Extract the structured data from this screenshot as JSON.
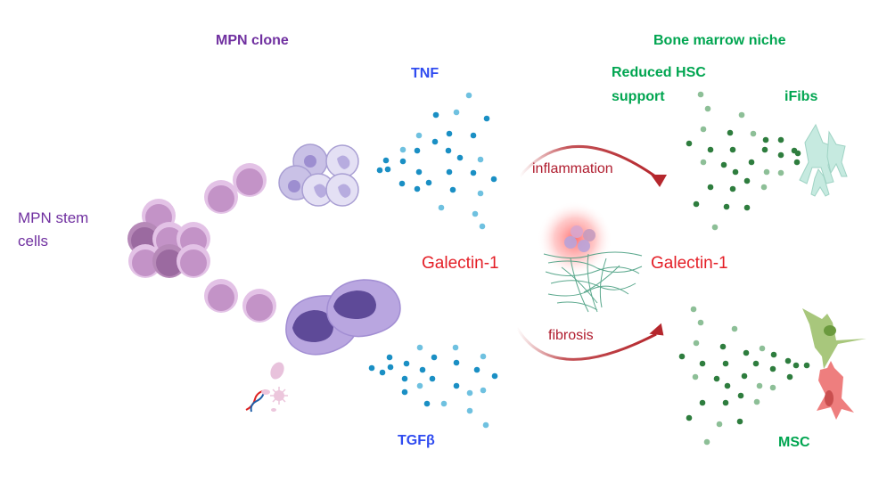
{
  "labels": {
    "mpn_clone": "MPN clone",
    "mpn_stem_cells_line1": "MPN stem",
    "mpn_stem_cells_line2": "cells",
    "tnf": "TNF",
    "tgfb": "TGFβ",
    "galectin_left": "Galectin-1",
    "galectin_right": "Galectin-1",
    "inflammation": "inflammation",
    "fibrosis": "fibrosis",
    "bone_marrow_niche": "Bone marrow niche",
    "reduced_hsc_line1": "Reduced HSC",
    "reduced_hsc_line2": "support",
    "ifibs": "iFibs",
    "msc": "MSC"
  },
  "colors": {
    "purple_text": "#7030a0",
    "green_text": "#00a550",
    "blue_text": "#2f4bf0",
    "red_text": "#e41e26",
    "arrow_red": "#b5272d",
    "cell_purple": "#c393c7",
    "cell_dark_purple": "#9b6aa0",
    "cytokine_blue": "#1a8fc4",
    "cytokine_green": "#2e7d3e",
    "ifib_teal": "#bfe6dc",
    "msc_green": "#a8c77c",
    "msc_red": "#ee7e7e"
  },
  "icons": {
    "stem_cell_cluster": "stem-cell-cluster-icon",
    "myeloid_cells": "myeloid-cells-icon",
    "megakaryocytes": "megakaryocyte-icon",
    "dna": "dna-icon",
    "platelet": "platelet-icon",
    "inflamed_cells": "inflamed-cells-icon",
    "fibers": "fibrosis-fibers-icon",
    "ifib_cells": "ifib-cells-icon",
    "msc_cells": "msc-cells-icon"
  }
}
